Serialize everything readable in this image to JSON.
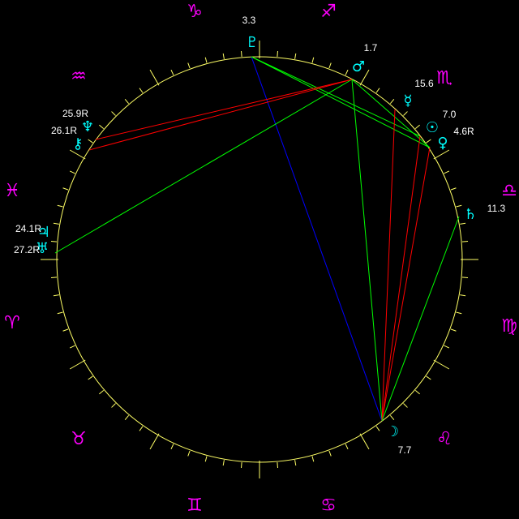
{
  "colors": {
    "background": "#000000",
    "wheel": "#ffff66",
    "sign_glyph": "#ff00ff",
    "planet_glyph": "#00ffff",
    "degree_text": "#ffffff",
    "aspect_red": "#ff0000",
    "aspect_green": "#00ff00",
    "aspect_blue": "#0000ff"
  },
  "signs": [
    {
      "id": "capricorn",
      "glyph": "♑"
    },
    {
      "id": "sagittarius",
      "glyph": "♐"
    },
    {
      "id": "scorpio",
      "glyph": "♏"
    },
    {
      "id": "libra",
      "glyph": "♎"
    },
    {
      "id": "virgo",
      "glyph": "♍"
    },
    {
      "id": "leo",
      "glyph": "♌"
    },
    {
      "id": "cancer",
      "glyph": "♋"
    },
    {
      "id": "gemini",
      "glyph": "♊"
    },
    {
      "id": "taurus",
      "glyph": "♉"
    },
    {
      "id": "aries",
      "glyph": "♈"
    },
    {
      "id": "pisces",
      "glyph": "♓"
    },
    {
      "id": "aquarius",
      "glyph": "♒"
    }
  ],
  "planets": [
    {
      "id": "pluto",
      "glyph": "♇",
      "degree": "3.3"
    },
    {
      "id": "mars",
      "glyph": "♂",
      "degree": "1.7"
    },
    {
      "id": "mercury",
      "glyph": "☿",
      "degree": "15.6"
    },
    {
      "id": "sun",
      "glyph": "☉",
      "degree": "7.0"
    },
    {
      "id": "venus",
      "glyph": "♀",
      "degree": "4.6R"
    },
    {
      "id": "saturn",
      "glyph": "♄",
      "degree": "11.3"
    },
    {
      "id": "moon",
      "glyph": "☽",
      "degree": "7.7"
    },
    {
      "id": "neptune",
      "glyph": "♆",
      "degree": "25.9R"
    },
    {
      "id": "chiron",
      "glyph": "⚷",
      "degree": "26.1R"
    },
    {
      "id": "jupiter",
      "glyph": "♃",
      "degree": "24.1R"
    },
    {
      "id": "uranus",
      "glyph": "♅",
      "degree": "27.2R"
    }
  ],
  "aspects": [
    {
      "from": "pluto",
      "to": "moon",
      "color": "blue"
    },
    {
      "from": "pluto",
      "to": "sun",
      "color": "green"
    },
    {
      "from": "pluto",
      "to": "venus",
      "color": "green"
    },
    {
      "from": "mars",
      "to": "venus",
      "color": "green"
    },
    {
      "from": "mars",
      "to": "moon",
      "color": "green"
    },
    {
      "from": "mars",
      "to": "uranus",
      "color": "green"
    },
    {
      "from": "mars",
      "to": "neptune",
      "color": "red"
    },
    {
      "from": "mars",
      "to": "chiron",
      "color": "red"
    },
    {
      "from": "mercury",
      "to": "moon",
      "color": "red"
    },
    {
      "from": "sun",
      "to": "moon",
      "color": "red"
    },
    {
      "from": "venus",
      "to": "moon",
      "color": "red"
    },
    {
      "from": "saturn",
      "to": "moon",
      "color": "green"
    }
  ]
}
